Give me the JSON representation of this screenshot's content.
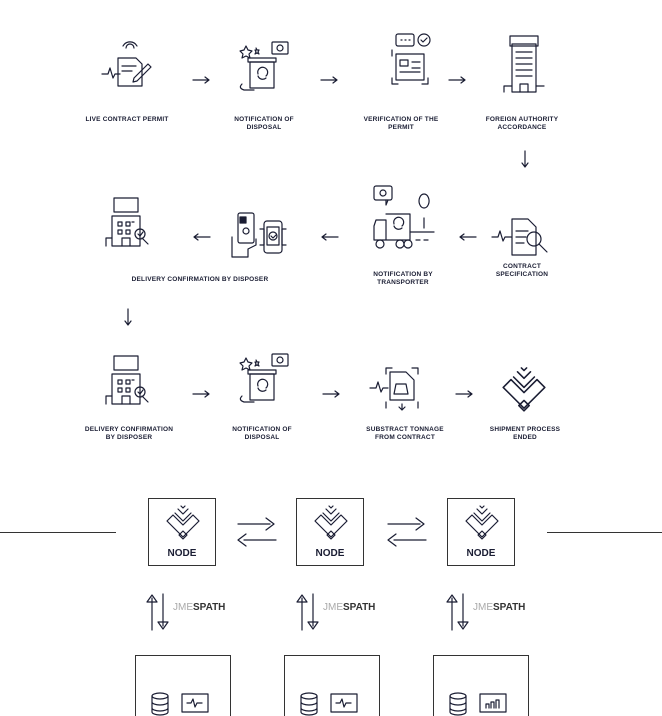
{
  "row1": [
    {
      "label": "LIVE CONTRACT PERMIT",
      "icon": "contract-signing-icon"
    },
    {
      "label": "NOTIFICATION OF\nDISPOSAL",
      "icon": "bin-notification-icon"
    },
    {
      "label": "VERIFICATION OF THE\nPERMIT",
      "icon": "permit-verification-icon"
    },
    {
      "label": "FOREIGN AUTHORITY\nACCORDANCE",
      "icon": "authority-building-icon"
    }
  ],
  "row2": [
    {
      "label": "CONTRACT\nSPECIFICATION",
      "icon": "contract-magnifier-icon"
    },
    {
      "label": "NOTIFICATION BY\nTRANSPORTER",
      "icon": "truck-icon"
    },
    {
      "label": "",
      "icon": "phones-confirmation-icon"
    },
    {
      "label": "DELIVERY CONFIRMATION BY DISPOSER",
      "icon": "disposer-building-icon"
    }
  ],
  "row3": [
    {
      "label": "DELIVERY CONFIRMATION\nBY DISPOSER",
      "icon": "disposer-building-icon"
    },
    {
      "label": "NOTIFICATION OF\nDISPOSAL",
      "icon": "bin-notification-icon"
    },
    {
      "label": "SUBSTRACT TONNAGE\nFROM CONTRACT",
      "icon": "weight-icon"
    },
    {
      "label": "SHIPMENT PROCESS\nENDED",
      "icon": "logo-icon"
    }
  ],
  "nodes": [
    {
      "label": "NODE"
    },
    {
      "label": "NODE"
    },
    {
      "label": "NODE"
    }
  ],
  "jmespath": {
    "prefix": "JME",
    "suffix": "SPATH"
  }
}
